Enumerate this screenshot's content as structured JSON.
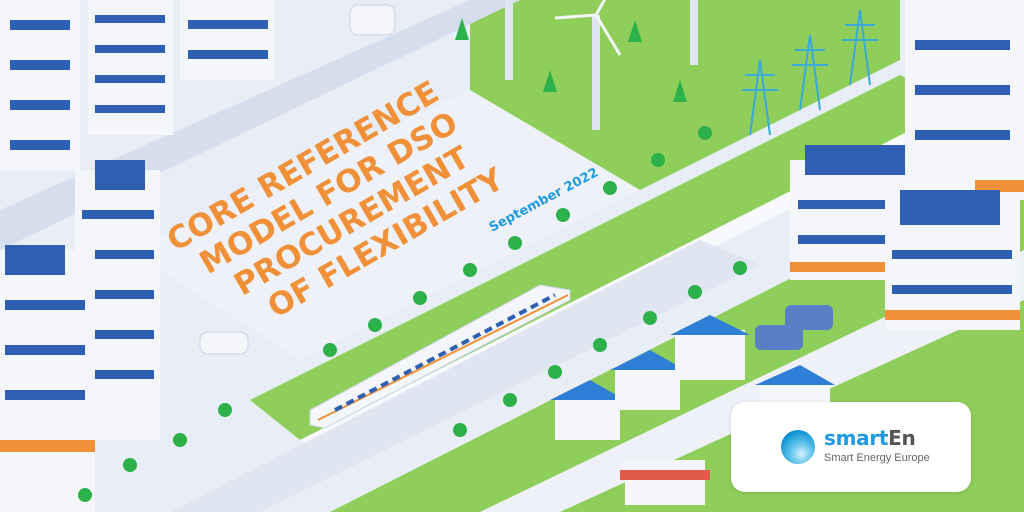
{
  "title_lines": [
    "CORE REFERENCE",
    "MODEL FOR DSO",
    "PROCUREMENT",
    "OF FLEXIBILITY"
  ],
  "date": "September 2022",
  "logo": {
    "name_part1": "smart",
    "name_part2": "En",
    "subtitle": "Smart Energy Europe"
  },
  "colors": {
    "title": "#f0913a",
    "date": "#1f9ae0",
    "grass": "#8fce5a",
    "ground": "#e9eef6",
    "building_blue": "#2f5fb3"
  }
}
